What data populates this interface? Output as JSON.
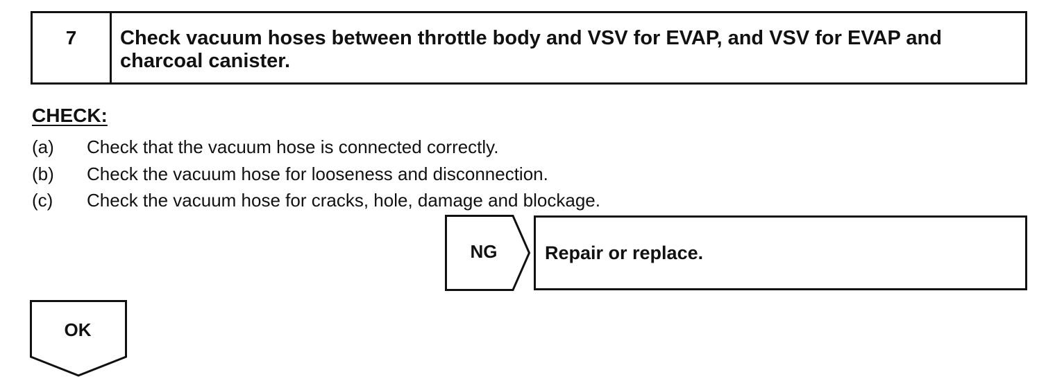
{
  "step": {
    "number": "7",
    "title": "Check vacuum hoses between throttle body and VSV for EVAP, and VSV for EVAP and charcoal canister."
  },
  "check": {
    "heading": "CHECK:",
    "items": [
      {
        "letter": "(a)",
        "text": "Check that the vacuum hose is connected correctly."
      },
      {
        "letter": "(b)",
        "text": "Check the vacuum hose for looseness and disconnection."
      },
      {
        "letter": "(c)",
        "text": "Check the vacuum hose for cracks, hole, damage and blockage."
      }
    ]
  },
  "ng": {
    "label": "NG",
    "action": "Repair or replace."
  },
  "ok": {
    "label": "OK"
  }
}
